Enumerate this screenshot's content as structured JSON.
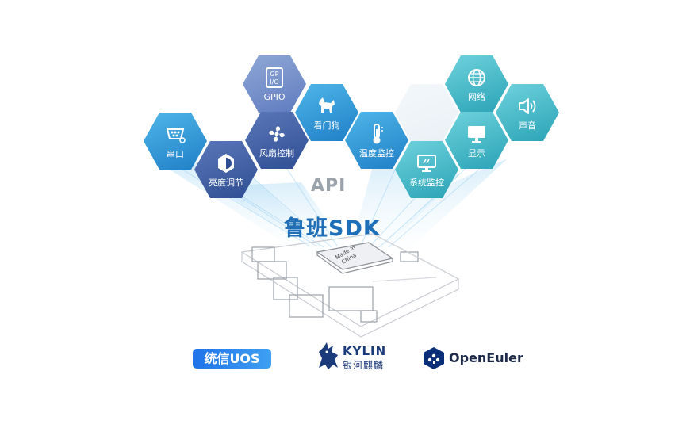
{
  "hexagons": {
    "serial": {
      "label": "串口",
      "icon": "serial-port-icon"
    },
    "brightness": {
      "label": "亮度调节",
      "icon": "brightness-icon"
    },
    "gpio": {
      "label": "GPIO",
      "icon": "gpio-chip-icon",
      "icon_text_top": "GP",
      "icon_text_bottom": "I/O"
    },
    "fan": {
      "label": "风扇控制",
      "icon": "fan-icon"
    },
    "watchdog": {
      "label": "看门狗",
      "icon": "dog-icon"
    },
    "temperature": {
      "label": "温度监控",
      "icon": "thermometer-icon"
    },
    "system": {
      "label": "系统监控",
      "icon": "monitor-icon"
    },
    "network": {
      "label": "网络",
      "icon": "globe-icon"
    },
    "display": {
      "label": "显示",
      "icon": "display-icon"
    },
    "sound": {
      "label": "声音",
      "icon": "speaker-icon"
    }
  },
  "api_label": "API",
  "sdk_label": "鲁班SDK",
  "board": {
    "chip_text_1": "Made in",
    "chip_text_2": "China"
  },
  "logos": {
    "uos": "统信UOS",
    "kylin_en": "KYLIN",
    "kylin_cn": "银河麒麟",
    "openeuler": "OpenEuler"
  },
  "colors": {
    "navy": "#2f4d93",
    "cyan": "#2aa3b6",
    "blue": "#1f7fc7",
    "sdk_blue": "#1f6fb8",
    "api_gray": "#9aa3ab"
  }
}
